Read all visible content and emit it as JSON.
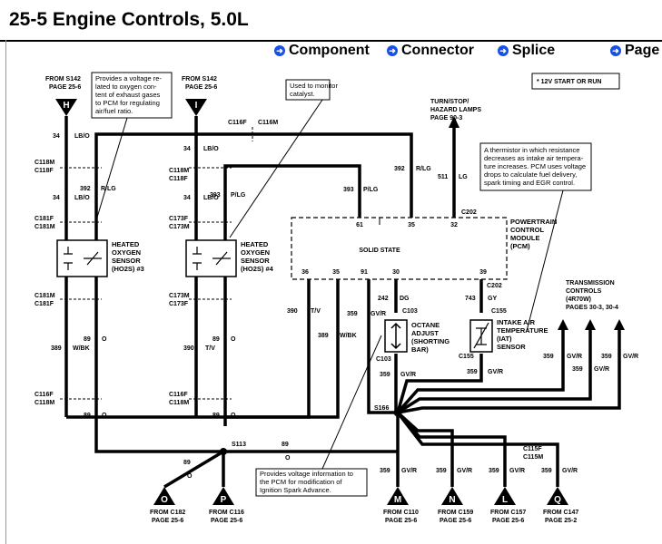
{
  "header": {
    "title": "25-5 Engine Controls, 5.0L",
    "nav": [
      "Component",
      "Connector",
      "Splice",
      "Page"
    ]
  },
  "legend": {
    "start_run": "* 12V START OR RUN"
  },
  "notes": {
    "ho2s_note": [
      "Provides a voltage re-",
      "lated to oxygen con-",
      "tent of exhaust gases",
      "to PCM for regulating",
      "air/fuel ratio."
    ],
    "catalyst_note": [
      "Used to monitor",
      "catalyst."
    ],
    "iat_note": [
      "A thermistor in which resistance",
      "decreases as intake air tempera-",
      "ture increases. PCM uses voltage",
      "drops to calculate fuel delivery,",
      "spark timing and EGR control."
    ],
    "octane_note": [
      "Provides voltage information to",
      "the PCM for modification of",
      "Ignition Spark Advance."
    ]
  },
  "sources": {
    "h": {
      "letter": "H",
      "from": "FROM S142",
      "page": "PAGE 25-6"
    },
    "i": {
      "letter": "I",
      "from": "FROM S142",
      "page": "PAGE 25-6"
    }
  },
  "turn_lamps": [
    "TURN/STOP/",
    "HAZARD LAMPS",
    "PAGE 90-3"
  ],
  "trans": [
    "TRANSMISSION",
    "CONTROLS",
    "(4R70W)",
    "PAGES 30-3, 30-4"
  ],
  "pcm": {
    "label": [
      "POWERTRAIN",
      "CONTROL",
      "MODULE",
      "(PCM)"
    ],
    "state": "SOLID STATE",
    "top_pins": [
      "61",
      "35",
      "32"
    ],
    "bottom_pins": [
      "36",
      "35",
      "91",
      "30",
      "39"
    ]
  },
  "sensors": {
    "ho2s3": [
      "HEATED",
      "OXYGEN",
      "SENSOR",
      "(HO2S) #3"
    ],
    "ho2s4": [
      "HEATED",
      "OXYGEN",
      "SENSOR",
      "(HO2S) #4"
    ],
    "octane": [
      "OCTANE",
      "ADJUST",
      "(SHORTING",
      "BAR)"
    ],
    "iat": [
      "INTAKE AIR",
      "TEMPERATURE",
      "(IAT)",
      "SENSOR"
    ]
  },
  "connectors": {
    "c116f": "C116F",
    "c116m": "C116M",
    "c118m": "C118M",
    "c118f": "C118F",
    "c181f": "C181F",
    "c181m": "C181M",
    "c173f": "C173F",
    "c173m": "C173M",
    "c202": "C202",
    "c103": "C103",
    "c155": "C155",
    "c115f": "C115F",
    "c115m": "C115M",
    "s166": "S166",
    "s113": "S113"
  },
  "wires": {
    "w34": "34",
    "lbo": "LB/O",
    "w392": "392",
    "rlg": "R/LG",
    "w393": "393",
    "plg": "P/LG",
    "w511": "511",
    "lg": "LG",
    "w389": "389",
    "wbk": "W/BK",
    "w89": "89",
    "o": "O",
    "w390": "390",
    "tv": "T/V",
    "w359": "359",
    "gvr": "GV/R",
    "w242": "242",
    "dg": "DG",
    "w743": "743",
    "gy": "GY"
  },
  "destinations": [
    {
      "letter": "O",
      "from": "FROM C182",
      "page": "PAGE 25-6"
    },
    {
      "letter": "P",
      "from": "FROM C116",
      "page": "PAGE 25-6"
    },
    {
      "letter": "M",
      "from": "FROM C110",
      "page": "PAGE 25-6"
    },
    {
      "letter": "N",
      "from": "FROM C159",
      "page": "PAGE 25-6"
    },
    {
      "letter": "L",
      "from": "FROM C157",
      "page": "PAGE 25-6"
    },
    {
      "letter": "Q",
      "from": "FROM C147",
      "page": "PAGE 25-2"
    }
  ],
  "colors": {
    "nav_icon": "#1650e6",
    "wire": "#000000"
  }
}
